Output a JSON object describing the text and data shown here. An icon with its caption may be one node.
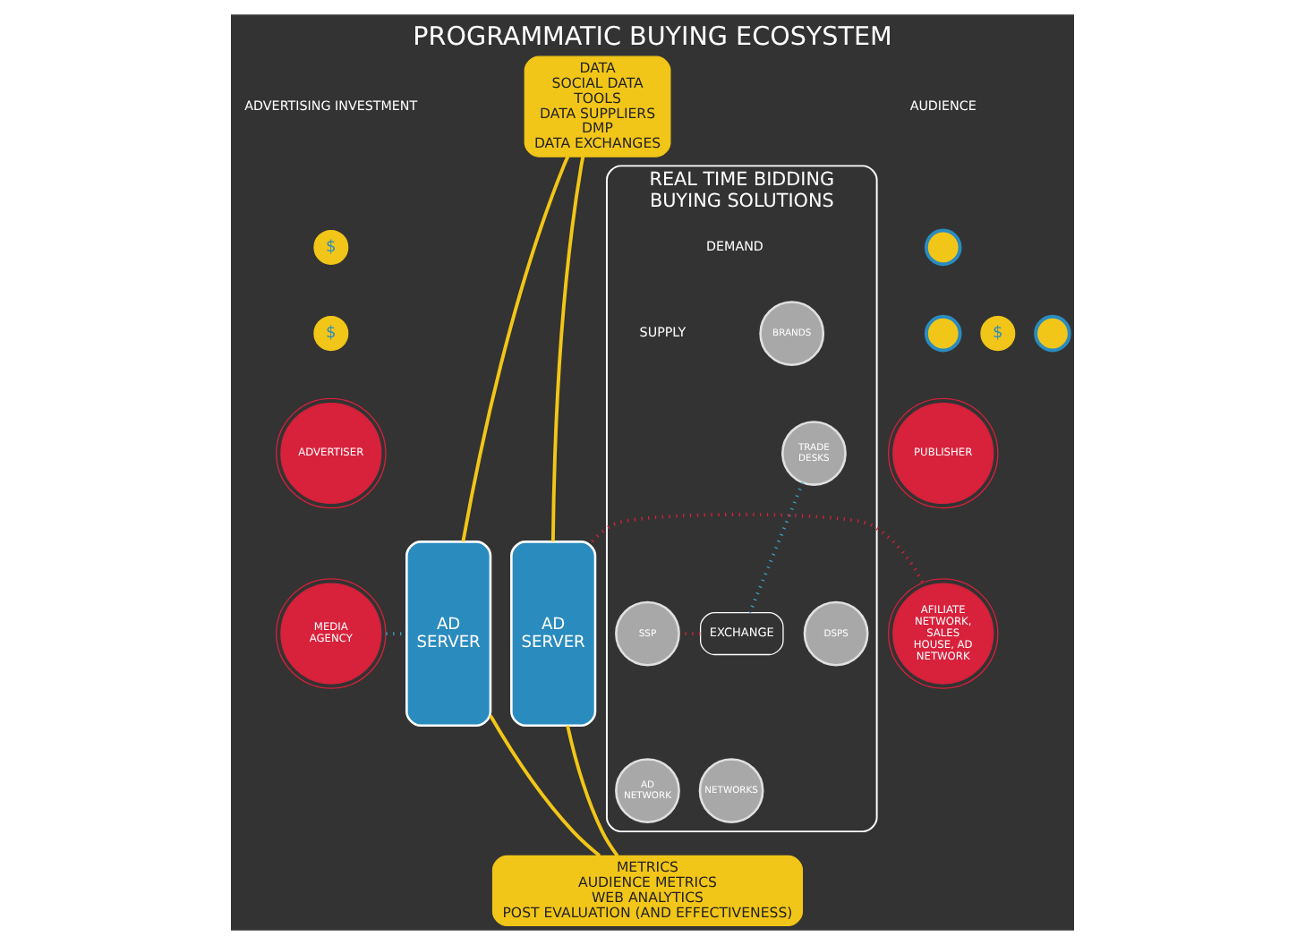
{
  "diagram": {
    "title": "PROGRAMMATIC BUYING ECOSYSTEM",
    "nodes": [
      {
        "text": [
          "DATA",
          "SOCIAL DATA TOOLS",
          "DATA SUPPLIERS",
          "DMP",
          "DATA EXCHANGES"
        ]
      },
      {
        "text": [
          "AD SERVER"
        ]
      },
      {
        "text": [
          "AD SERVER"
        ]
      },
      {
        "text": [
          "ADVERTISER"
        ]
      },
      {
        "text": [
          "MEDIA AGENCY"
        ]
      },
      {
        "text": [
          "PUBLISHER"
        ]
      },
      {
        "text": [
          "AFILIATE NETWORK, SALES HOUSE, AD NETWORK"
        ]
      },
      {
        "text": [
          "REAL TIME BIDDING",
          "BUYING SOLUTIONS"
        ]
      },
      {
        "text": [
          "BRANDS"
        ],
        "in": 7
      },
      {
        "text": [
          "TRADE DESKS"
        ],
        "in": 7
      },
      {
        "text": [
          "DSPS"
        ],
        "in": 7
      },
      {
        "text": [
          "NETWORKS"
        ],
        "in": 7
      },
      {
        "text": [
          "EXCHANGE"
        ],
        "in": 7
      },
      {
        "text": [
          "SSP"
        ],
        "in": 7
      },
      {
        "text": [
          "AD NETWORK"
        ],
        "in": 7
      },
      {
        "text": [
          "METRICS",
          "AUDIENCE METRICS",
          "WEB ANALYTICS",
          "POST EVALUATION (AND EFFECTIVENESS)"
        ]
      },
      {
        "text": [
          "$"
        ]
      },
      {
        "text": [
          "$"
        ]
      },
      {
        "text": [
          "$"
        ]
      },
      {
        "text": [],
        "shape": "circle"
      },
      {
        "text": [],
        "shape": "circle"
      },
      {
        "text": [],
        "shape": "circle"
      }
    ],
    "edges": [
      {
        "from": 4,
        "to": 1,
        "arrow": "none",
        "style": "dashed",
        "color": "#3a9fc0"
      },
      {
        "from": 2,
        "to": 6,
        "arrow": "none",
        "style": "dashed",
        "color": "#d8213b"
      },
      {
        "from": 9,
        "to": 12,
        "arrow": "none",
        "style": "dashed",
        "color": "#3a9fc0"
      },
      {
        "from": 12,
        "to": 13,
        "arrow": "none",
        "style": "dashed",
        "color": "#d8213b"
      },
      {
        "from": 0,
        "to": 1,
        "arrow": "none"
      },
      {
        "from": 1,
        "to": 15,
        "arrow": "none"
      },
      {
        "from": 0,
        "to": 2,
        "arrow": "none"
      },
      {
        "from": 2,
        "to": 15,
        "arrow": "none"
      }
    ],
    "labels": [
      "ADVERTISING INVESTMENT",
      "AUDIENCE",
      "DEMAND",
      "SUPPLY"
    ]
  }
}
